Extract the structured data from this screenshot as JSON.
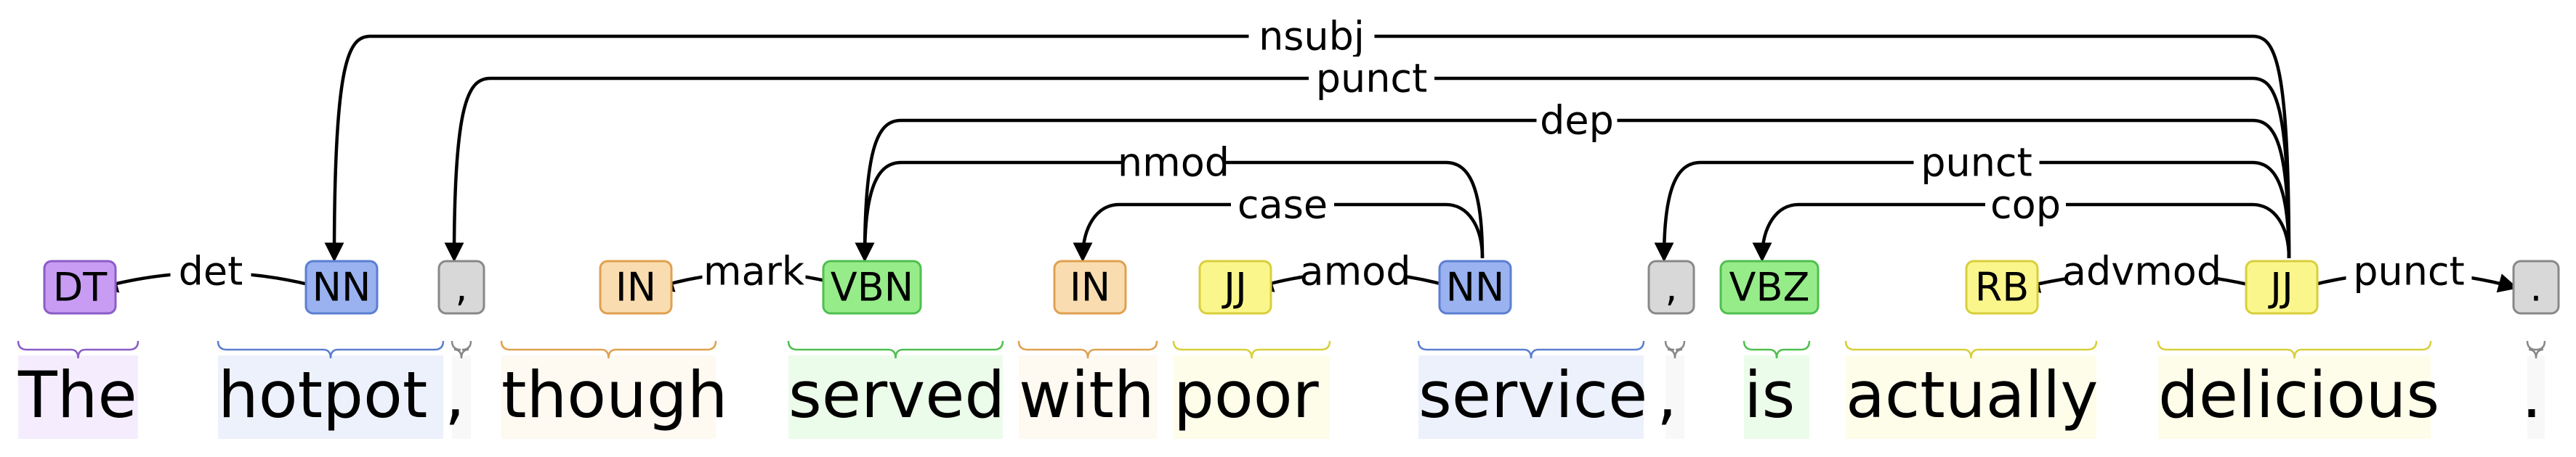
{
  "tokens": [
    {
      "word": "The",
      "tag": "DT",
      "color": "#c79cf2",
      "stroke": "#8b5cc8"
    },
    {
      "word": "hotpot",
      "tag": "NN",
      "color": "#9ab2f0",
      "stroke": "#5b7ed0"
    },
    {
      "word": ",",
      "tag": ",",
      "color": "#d8d8d8",
      "stroke": "#888888"
    },
    {
      "word": "though",
      "tag": "IN",
      "color": "#f9ddb0",
      "stroke": "#e0a050"
    },
    {
      "word": "served",
      "tag": "VBN",
      "color": "#97ec8a",
      "stroke": "#4fbf4f"
    },
    {
      "word": "with",
      "tag": "IN",
      "color": "#f9ddb0",
      "stroke": "#e0a050"
    },
    {
      "word": "poor",
      "tag": "JJ",
      "color": "#fbf68c",
      "stroke": "#d8cf3a"
    },
    {
      "word": "service",
      "tag": "NN",
      "color": "#9ab2f0",
      "stroke": "#5b7ed0"
    },
    {
      "word": ",",
      "tag": ",",
      "color": "#d8d8d8",
      "stroke": "#888888"
    },
    {
      "word": "is",
      "tag": "VBZ",
      "color": "#97ec8a",
      "stroke": "#4fbf4f"
    },
    {
      "word": "actually",
      "tag": "RB",
      "color": "#fbf68c",
      "stroke": "#d8cf3a"
    },
    {
      "word": "delicious",
      "tag": "JJ",
      "color": "#fbf68c",
      "stroke": "#d8cf3a"
    },
    {
      "word": ".",
      "tag": ".",
      "color": "#d8d8d8",
      "stroke": "#888888"
    }
  ],
  "arcs": [
    {
      "from": 11,
      "to": 1,
      "label": "nsubj"
    },
    {
      "from": 11,
      "to": 2,
      "label": "punct"
    },
    {
      "from": 11,
      "to": 4,
      "label": "dep"
    },
    {
      "from": 7,
      "to": 4,
      "label": "nmod"
    },
    {
      "from": 7,
      "to": 5,
      "label": "case"
    },
    {
      "from": 11,
      "to": 8,
      "label": "punct"
    },
    {
      "from": 11,
      "to": 9,
      "label": "cop"
    },
    {
      "from": 1,
      "to": 0,
      "label": "det"
    },
    {
      "from": 4,
      "to": 3,
      "label": "mark"
    },
    {
      "from": 7,
      "to": 6,
      "label": "amod"
    },
    {
      "from": 11,
      "to": 10,
      "label": "advmod"
    },
    {
      "from": 11,
      "to": 12,
      "label": "punct"
    }
  ]
}
